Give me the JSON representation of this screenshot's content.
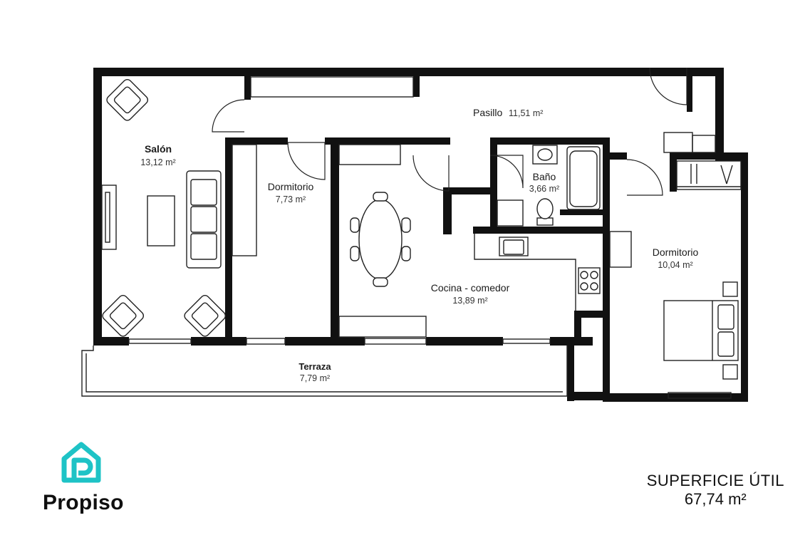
{
  "rooms": {
    "salon": {
      "name": "Salón",
      "area": "13,12 m²"
    },
    "pasillo": {
      "name": "Pasillo",
      "area": "11,51 m²"
    },
    "dormitorio1": {
      "name": "Dormitorio",
      "area": "7,73 m²"
    },
    "bano": {
      "name": "Baño",
      "area": "3,66 m²"
    },
    "cocina": {
      "name": "Cocina - comedor",
      "area": "13,89 m²"
    },
    "dormitorio2": {
      "name": "Dormitorio",
      "area": "10,04 m²"
    },
    "terraza": {
      "name": "Terraza",
      "area": "7,79 m²"
    }
  },
  "summary": {
    "label": "SUPERFICIE ÚTIL",
    "value": "67,74 m²"
  },
  "brand": {
    "name": "Propiso",
    "logo": "house-logo-icon",
    "color": "#1ec3c6"
  }
}
